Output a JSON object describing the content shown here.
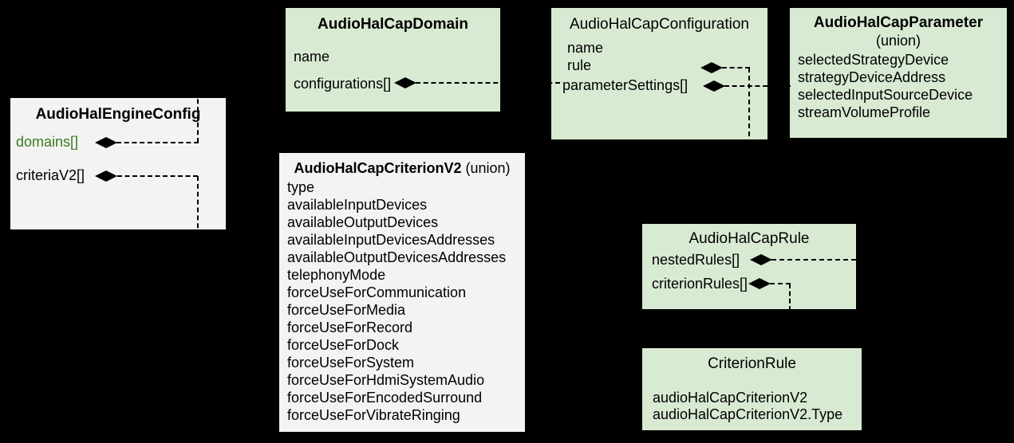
{
  "colors": {
    "background": "#000000",
    "green_box_fill": "#d9ead3",
    "gray_box_fill": "#f3f3f3",
    "green_field_text": "#3c7b21",
    "connector_color": "#000000"
  },
  "boxes": {
    "engine": {
      "title": "AudioHalEngineConfig",
      "fields": {
        "domains": "domains[]",
        "criteriaV2": "criteriaV2[]"
      }
    },
    "domain": {
      "title": "AudioHalCapDomain",
      "fields": {
        "name": "name",
        "configurations": "configurations[]"
      }
    },
    "configuration": {
      "title": "AudioHalCapConfiguration",
      "fields": {
        "name": "name",
        "rule": "rule",
        "parameterSettings": "parameterSettings[]"
      }
    },
    "parameter": {
      "title": "AudioHalCapParameter",
      "subtitle": "(union)",
      "fields": [
        "selectedStrategyDevice",
        "strategyDeviceAddress",
        "selectedInputSourceDevice",
        "streamVolumeProfile"
      ]
    },
    "criterionV2": {
      "title": "AudioHalCapCriterionV2",
      "subtitle": "(union)",
      "fields": [
        "type",
        "availableInputDevices",
        "availableOutputDevices",
        "availableInputDevicesAddresses",
        "availableOutputDevicesAddresses",
        "telephonyMode",
        "forceUseForCommunication",
        "forceUseForMedia",
        "forceUseForRecord",
        "forceUseForDock",
        "forceUseForSystem",
        "forceUseForHdmiSystemAudio",
        "forceUseForEncodedSurround",
        "forceUseForVibrateRinging"
      ]
    },
    "rule": {
      "title": "AudioHalCapRule",
      "fields": {
        "nestedRules": "nestedRules[]",
        "criterionRules": "criterionRules[]"
      }
    },
    "criterionRule": {
      "title": "CriterionRule",
      "fields": [
        "audioHalCapCriterionV2",
        "audioHalCapCriterionV2.Type"
      ]
    }
  }
}
